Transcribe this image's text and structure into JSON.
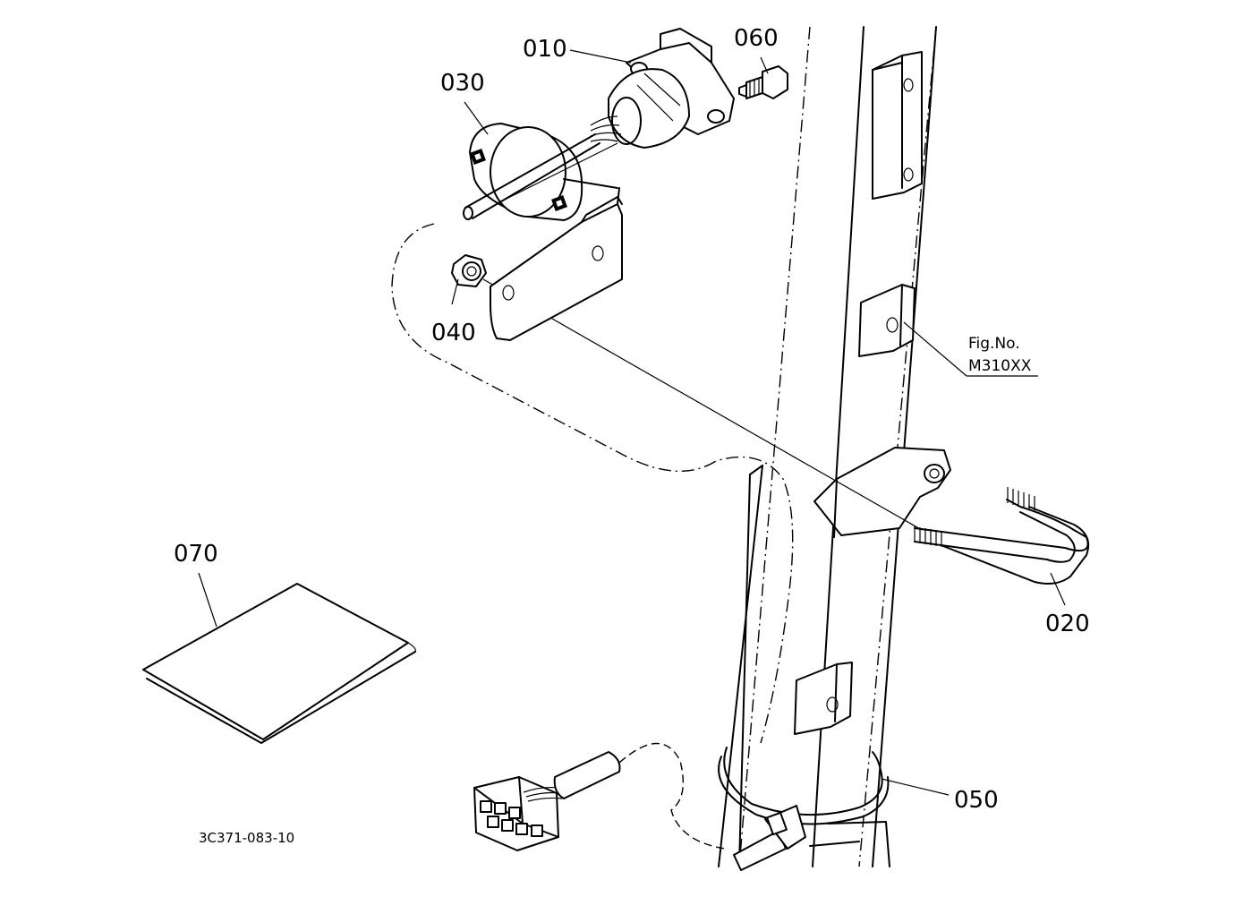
{
  "callouts": {
    "p010": "010",
    "p060": "060",
    "p030": "030",
    "p040": "040",
    "p070": "070",
    "p020": "020",
    "p050": "050"
  },
  "figure_ref": {
    "line1": "Fig.No.",
    "line2": "M310XX"
  },
  "drawing_code": "3C371-083-10"
}
